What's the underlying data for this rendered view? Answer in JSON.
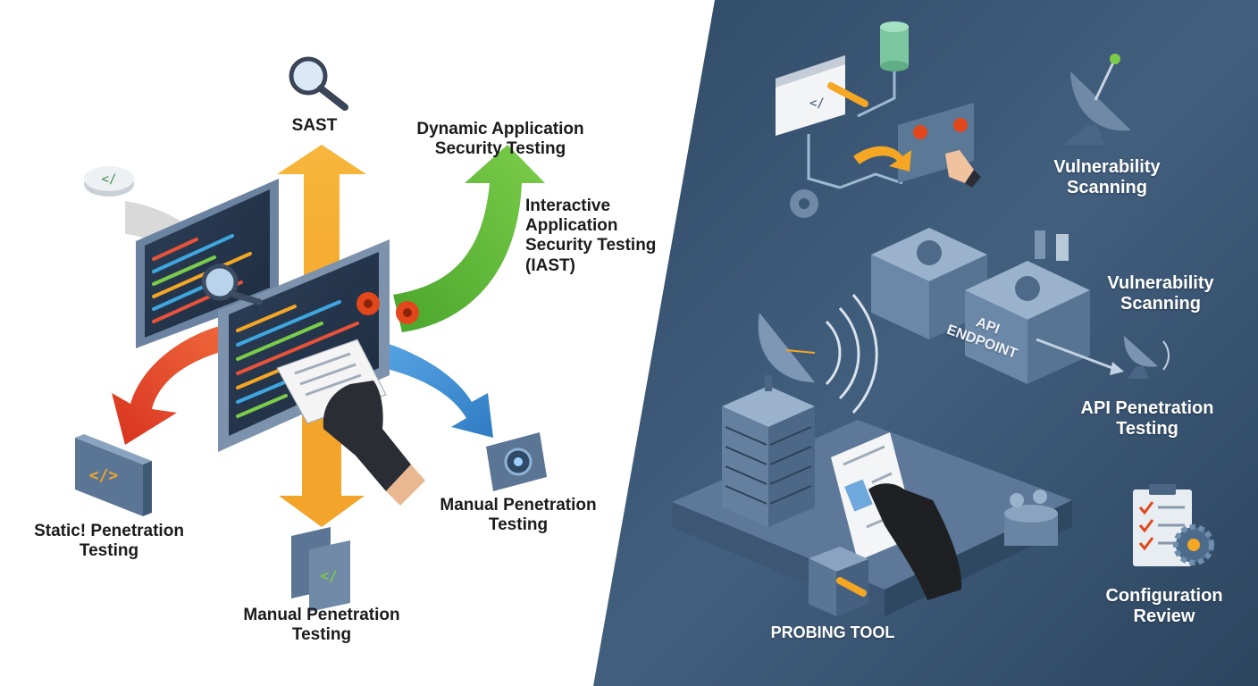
{
  "colors": {
    "right_panel": "#3a5673",
    "right_panel_light": "#4e6c8b",
    "arrow_orange": "#f5a623",
    "arrow_green": "#5fbd3a",
    "arrow_red": "#e8452e",
    "arrow_blue": "#3f8fd6",
    "arrow_gray": "#d4d4d4",
    "bug": "#e2471b"
  },
  "left": {
    "sast": "SAST",
    "dast": "Dynamic Application\nSecurity Testing",
    "iast": "Interactive\nApplication\nSecurity Testing\n(IAST)",
    "static_pen": "Static! Penetration\nTesting",
    "manual_pen_bottom": "Manual Penetration\nTesting",
    "manual_pen_right": "Manual Penetration\nTesting"
  },
  "right": {
    "vuln_scan_top": "Vulnerability\nScanning",
    "vuln_scan_mid": "Vulnerability\nScanning",
    "api_endpoint": "API\nENDPOINT",
    "api_pen": "API Penetration\nTesting",
    "config_review": "Configuration\nReview",
    "probing_tool": "PROBING TOOL"
  },
  "icons": {
    "magnifier": "magnifier-icon",
    "code_tag": "code-tag-icon",
    "camera": "camera-icon",
    "satellite_dish": "satellite-dish-icon",
    "server_rack": "server-rack-icon",
    "checklist": "checklist-icon",
    "gear": "gear-icon",
    "glove_hand": "gloved-hand-icon",
    "bug": "bug-icon",
    "database": "database-icon"
  }
}
